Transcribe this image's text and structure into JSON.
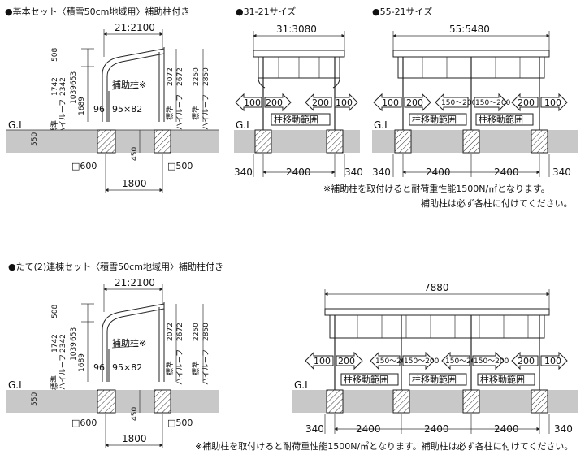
{
  "section1": {
    "title": "●基本セット〈積雪50cm地域用〉補助柱付き",
    "sub1_title": "●31-21サイズ",
    "sub2_title": "●55-21サイズ",
    "side": {
      "depth": "21:2100",
      "h508": "508",
      "h1742": "1742",
      "h2342": "2342",
      "h1039": "1039",
      "h653": "653",
      "h1689": "1689",
      "h2072": "2072",
      "h2672": "2672",
      "h2250": "2250",
      "h2850": "2850",
      "std": "標準",
      "high": "ハイルーフ",
      "aux": "補助柱※",
      "d96": "96",
      "d95": "95×82",
      "gl": "G.L",
      "h550": "550",
      "h450": "450",
      "sq600": "□600",
      "sq500": "□500",
      "w1800": "1800"
    },
    "front1": {
      "width": "31:3080",
      "m100a": "100",
      "m200a": "200",
      "m200b": "200",
      "m100b": "100",
      "range": "柱移動範囲",
      "gl": "G.L",
      "d340a": "340",
      "d2400": "2400",
      "d340b": "340"
    },
    "front2": {
      "width": "55:5480",
      "m100a": "100",
      "m200a": "200",
      "m150a": "150～200",
      "m150b": "150～200",
      "m200b": "200",
      "m100b": "100",
      "range1": "柱移動範囲",
      "range2": "柱移動範囲",
      "gl": "G.L",
      "d340a": "340",
      "d2400a": "2400",
      "d2400b": "2400",
      "d340b": "340"
    },
    "note1": "※補助柱を取付けると耐荷重性能1500N/㎡となります。",
    "note2": "補助柱は必ず各柱に付けてください。"
  },
  "section2": {
    "title": "●たて(2)連棟セット〈積雪50cm地域用〉補助柱付き",
    "side": {
      "depth": "21:2100",
      "h508": "508",
      "h1742": "1742",
      "h2342": "2342",
      "h1039": "1039",
      "h653": "653",
      "h1689": "1689",
      "h2072": "2072",
      "h2672": "2672",
      "h2250": "2250",
      "h2850": "2850",
      "std": "標準",
      "high": "ハイルーフ",
      "aux": "補助柱※",
      "d96": "96",
      "d95": "95×82",
      "gl": "G.L",
      "h550": "550",
      "h450": "450",
      "sq600": "□600",
      "sq500": "□500",
      "w1800": "1800"
    },
    "front": {
      "width": "7880",
      "m100a": "100",
      "m200a": "200",
      "m150a": "150～200",
      "m150b": "150～200",
      "m150c": "150～200",
      "m150d": "150～200",
      "m200b": "200",
      "m100b": "100",
      "range1": "柱移動範囲",
      "range2": "柱移動範囲",
      "range3": "柱移動範囲",
      "gl": "G.L",
      "d340a": "340",
      "d2400a": "2400",
      "d2400b": "2400",
      "d2400c": "2400",
      "d340b": "340"
    },
    "note": "※補助柱を取付けると耐荷重性能1500N/㎡となります。補助柱は必ず各柱に付けてください。"
  }
}
